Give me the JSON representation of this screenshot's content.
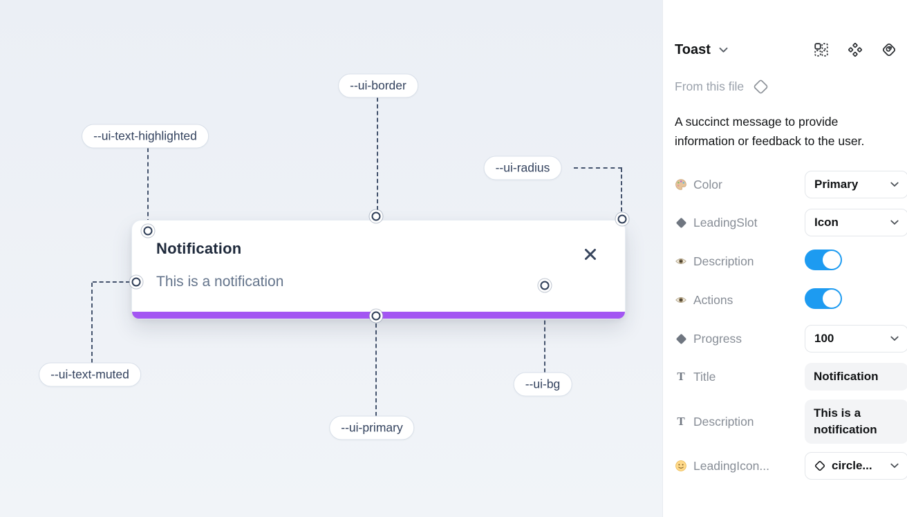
{
  "canvas": {
    "toast": {
      "title": "Notification",
      "description": "This is a notification",
      "close_icon": "x-close"
    },
    "labels": {
      "border": "--ui-border",
      "text_highlighted": "--ui-text-highlighted",
      "radius": "--ui-radius",
      "text_muted": "--ui-text-muted",
      "primary": "--ui-primary",
      "bg": "--ui-bg"
    }
  },
  "panel": {
    "title": "Toast",
    "source_label": "From this file",
    "description": "A succinct message to provide information or feedback to the user.",
    "header_icons": [
      "instance-grid-icon",
      "components-icon",
      "swap-diamond-icon"
    ],
    "properties": [
      {
        "icon": "palette-icon",
        "label": "Color",
        "control": "dropdown",
        "value": "Primary"
      },
      {
        "icon": "diamond-icon",
        "label": "LeadingSlot",
        "control": "dropdown",
        "value": "Icon"
      },
      {
        "icon": "eye-icon",
        "label": "Description",
        "control": "toggle",
        "value": "on"
      },
      {
        "icon": "eye-icon",
        "label": "Actions",
        "control": "toggle",
        "value": "on"
      },
      {
        "icon": "diamond-icon",
        "label": "Progress",
        "control": "dropdown",
        "value": "100"
      },
      {
        "icon": "text-icon",
        "label": "Title",
        "control": "field",
        "value": "Notification"
      },
      {
        "icon": "text-icon",
        "label": "Description",
        "control": "field",
        "value": "This is a notification"
      },
      {
        "icon": "smiley-icon",
        "label": "LeadingIcon...",
        "control": "icon-dropdown",
        "value": "circle..."
      }
    ]
  },
  "colors": {
    "primary_purple": "#a356f2",
    "toggle_on_blue": "#1d9bf1",
    "canvas_bg": "#eef1f6",
    "title_text": "#1e293b",
    "muted_text": "#64748b"
  }
}
